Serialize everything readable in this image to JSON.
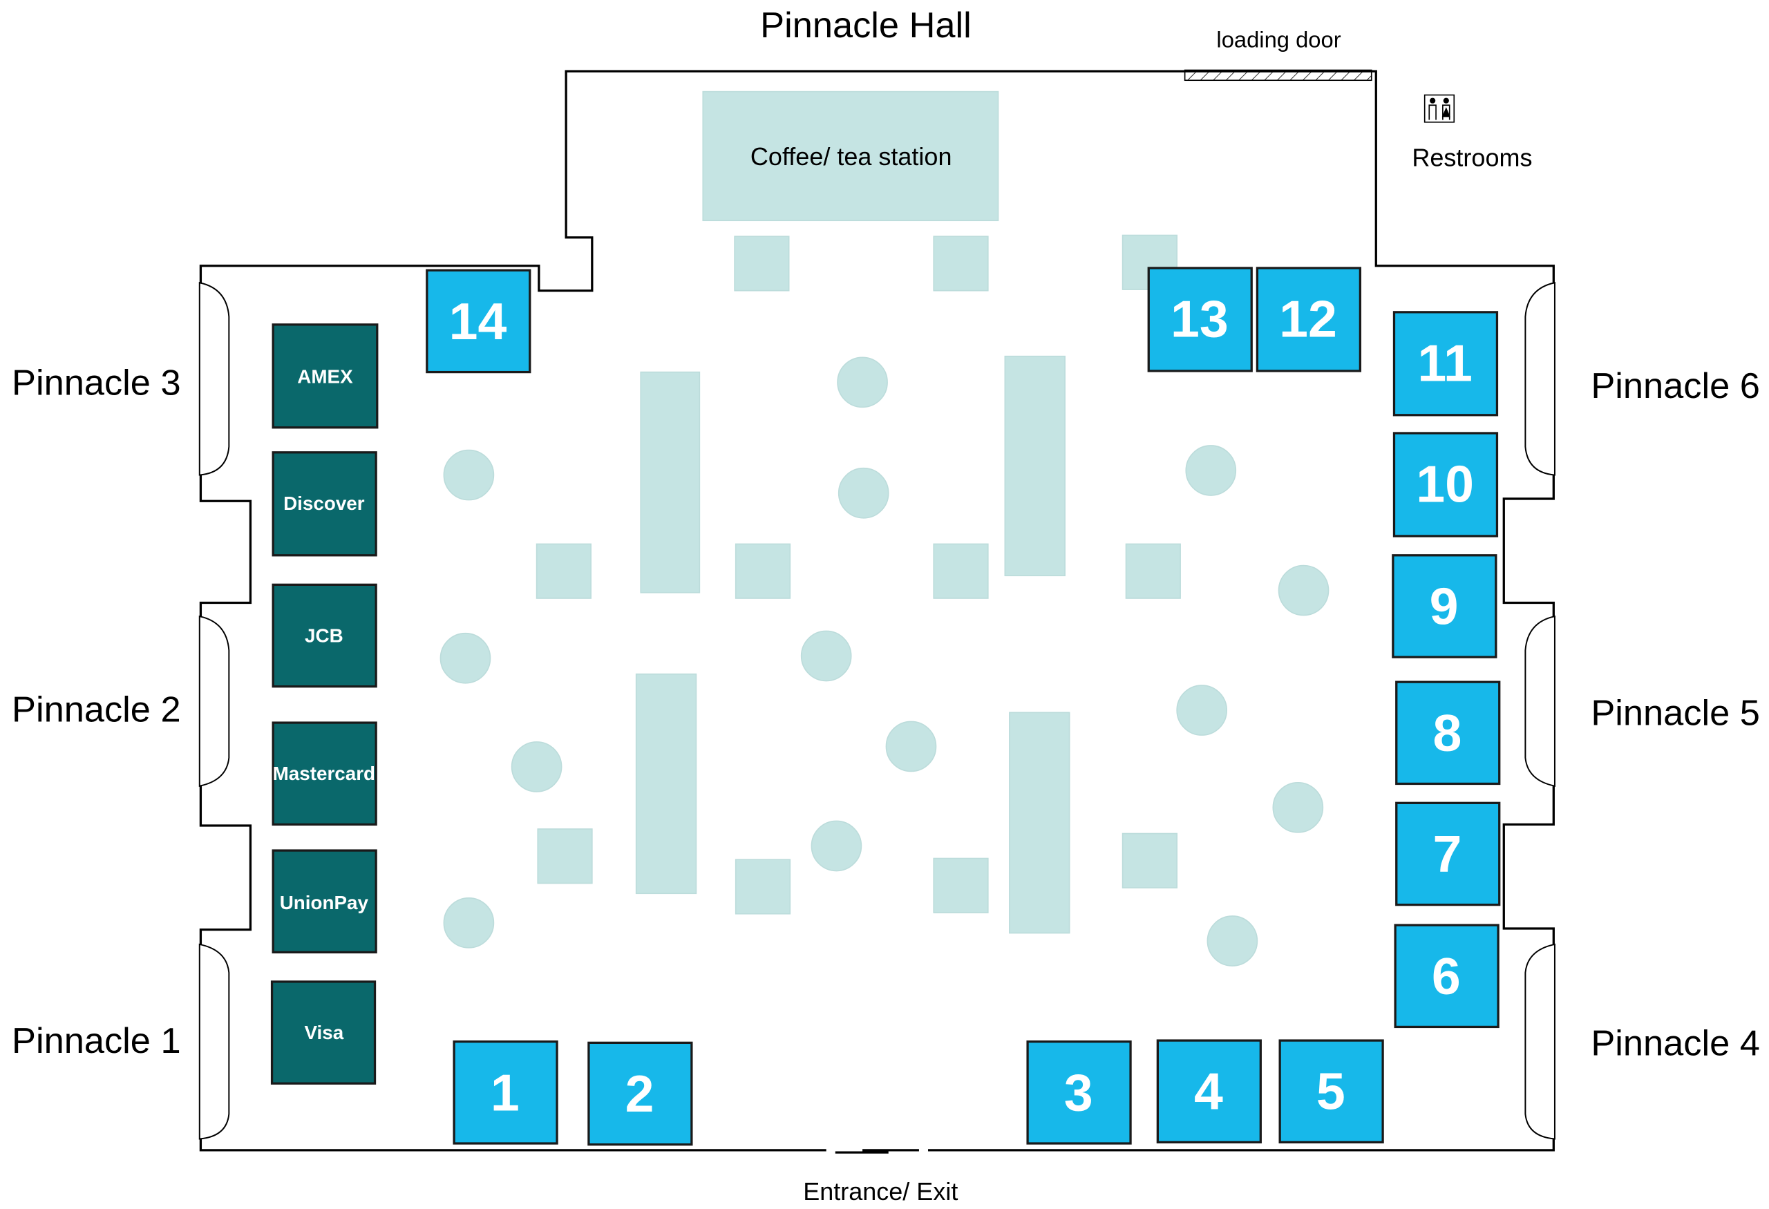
{
  "title": "Pinnacle Hall",
  "loading_door": "loading door",
  "restrooms": "Restrooms",
  "entrance": "Entrance/ Exit",
  "coffee_station": "Coffee/ tea station",
  "rooms": {
    "p1": "Pinnacle 1",
    "p2": "Pinnacle 2",
    "p3": "Pinnacle 3",
    "p4": "Pinnacle 4",
    "p5": "Pinnacle 5",
    "p6": "Pinnacle 6"
  },
  "booths": [
    "1",
    "2",
    "3",
    "4",
    "5",
    "6",
    "7",
    "8",
    "9",
    "10",
    "11",
    "12",
    "13",
    "14"
  ],
  "sponsors": [
    "AMEX",
    "Discover",
    "JCB",
    "Mastercard",
    "UnionPay",
    "Visa"
  ],
  "colors": {
    "booth": "#17b8ea",
    "sponsor": "#0a686b",
    "floor": "#d9f0f1",
    "furniture": "#c5e4e3"
  }
}
